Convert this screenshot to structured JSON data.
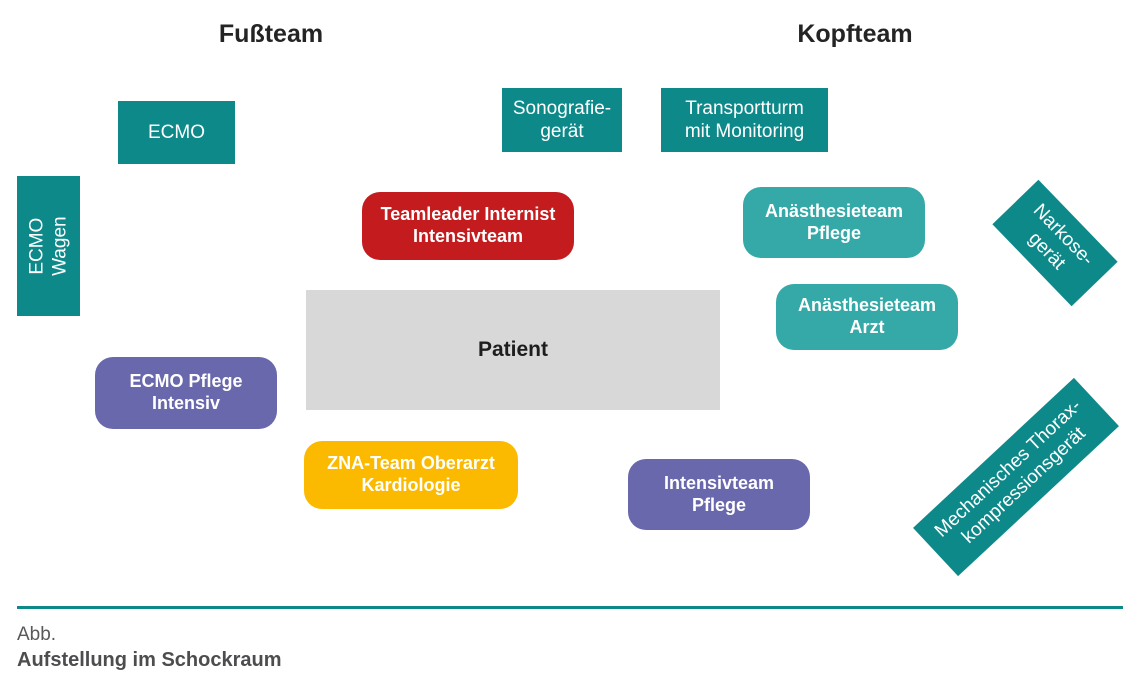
{
  "palette": {
    "teal_dark": "#0E898A",
    "teal_light": "#35A9A8",
    "red": "#C31B1E",
    "purple": "#6968AD",
    "yellow": "#FBBA00",
    "patient_gray": "#D8D8D8",
    "heading_text": "#242424",
    "caption_text": "#58595B"
  },
  "headers": {
    "left": "Fußteam",
    "right": "Kopfteam"
  },
  "equipment": [
    {
      "id": "ecmo",
      "label": "ECMO"
    },
    {
      "id": "ecmo-wagen",
      "label": "ECMO\nWagen"
    },
    {
      "id": "sonografiegeraet",
      "label": "Sonografie-\ngerät"
    },
    {
      "id": "transportturm",
      "label": "Transportturm\nmit Monitoring"
    },
    {
      "id": "narkosegeraet",
      "label": "Narkose-\ngerät"
    },
    {
      "id": "thoraxkompressionsgeraet",
      "label": "Mechanisches Thorax-\nkompressionsgerät"
    }
  ],
  "teams": [
    {
      "id": "teamleader-internist",
      "label": "Teamleader Internist\nIntensivteam",
      "color": "#C31B1E"
    },
    {
      "id": "anaesthesieteam-pflege",
      "label": "Anästhesieteam\nPflege",
      "color": "#35A9A8"
    },
    {
      "id": "anaesthesieteam-arzt",
      "label": "Anästhesieteam\nArzt",
      "color": "#35A9A8"
    },
    {
      "id": "ecmo-pflege-intensiv",
      "label": "ECMO Pflege\nIntensiv",
      "color": "#6968AD"
    },
    {
      "id": "zna-team",
      "label": "ZNA-Team Oberarzt\nKardiologie",
      "color": "#FBBA00"
    },
    {
      "id": "intensivteam-pflege",
      "label": "Intensivteam\nPflege",
      "color": "#6968AD"
    }
  ],
  "patient": {
    "label": "Patient"
  },
  "caption": {
    "prefix": "Abb.",
    "title": "Aufstellung im Schockraum"
  }
}
